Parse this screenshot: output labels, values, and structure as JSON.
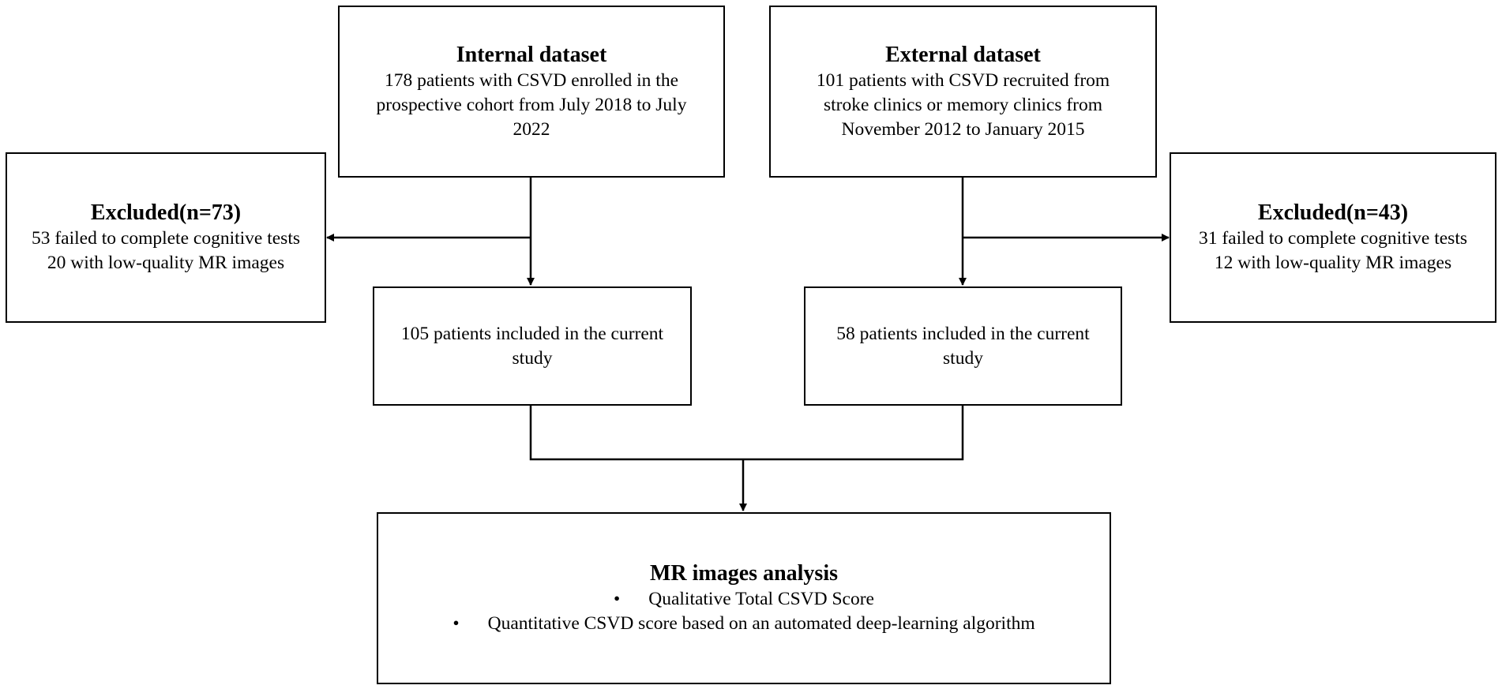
{
  "internal": {
    "title": "Internal dataset",
    "lines": [
      "178 patients with CSVD enrolled in the",
      "prospective cohort from July 2018 to July",
      "2022"
    ]
  },
  "external": {
    "title": "External dataset",
    "lines": [
      "101 patients with CSVD recruited from",
      "stroke clinics or memory clinics from",
      "November 2012 to January 2015"
    ]
  },
  "excluded_internal": {
    "title": "Excluded(n=73)",
    "lines": [
      "53 failed to complete cognitive tests",
      "20 with low-quality MR images"
    ]
  },
  "excluded_external": {
    "title": "Excluded(n=43)",
    "lines": [
      "31 failed to complete cognitive tests",
      "12 with low-quality MR images"
    ]
  },
  "included_internal": {
    "lines": [
      "105 patients included in the current",
      "study"
    ]
  },
  "included_external": {
    "lines": [
      "58 patients included in the current",
      "study"
    ]
  },
  "analysis": {
    "title": "MR images analysis",
    "bullets": [
      "Qualitative Total CSVD Score",
      "Quantitative CSVD score based on an automated deep-learning algorithm"
    ],
    "bullet_glyph": "•"
  },
  "colors": {
    "line": "#000000",
    "background": "#ffffff"
  }
}
